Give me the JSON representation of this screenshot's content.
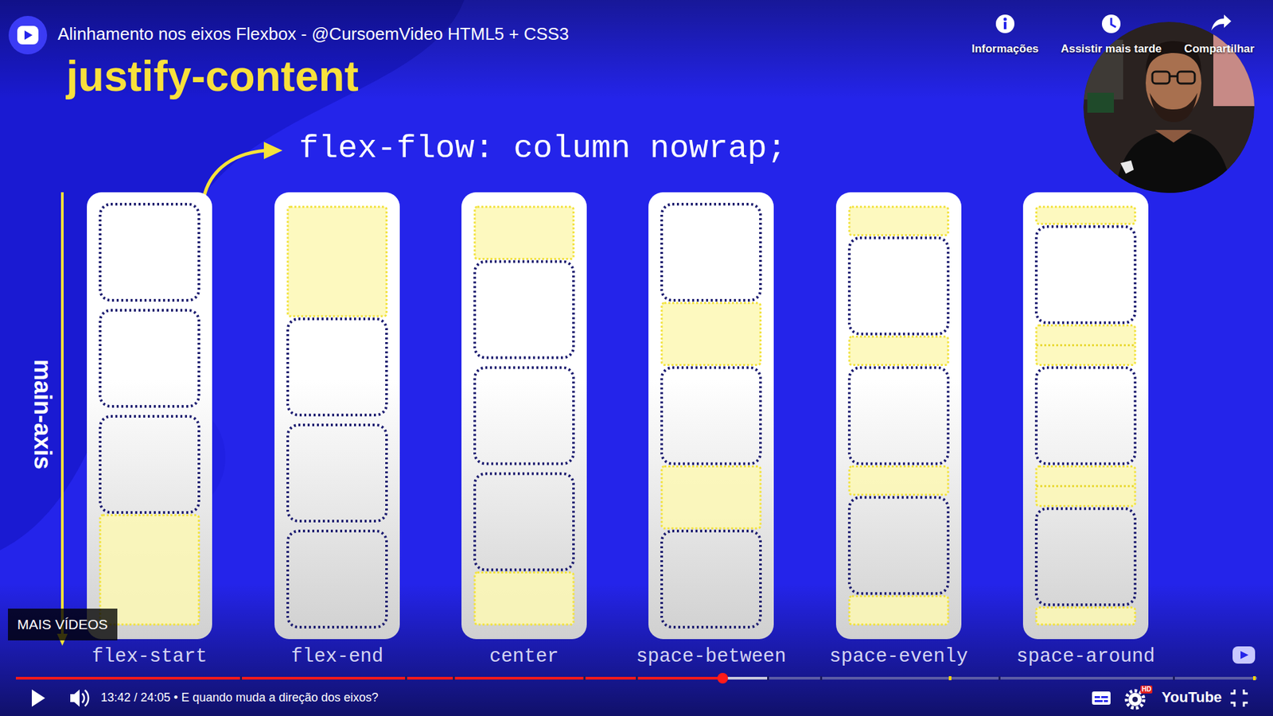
{
  "diagram": {
    "title": "justify-content",
    "nodes": [
      {
        "text": [
          "flex-start"
        ]
      },
      {
        "text": [
          "flex-end"
        ]
      },
      {
        "text": [
          "center"
        ]
      },
      {
        "text": [
          "space-between"
        ]
      },
      {
        "text": [
          "space-evenly"
        ]
      },
      {
        "text": [
          "space-around"
        ]
      }
    ],
    "labels": [
      "Alinhamento nos eixos Flexbox - @CursoemVideo HTML5 + CSS3",
      "Informações",
      "Assistir mais tarde",
      "Compartilhar",
      "flex-flow: column nowrap;",
      "main-axis",
      "MAIS VÍDEOS",
      "13:42 / 24:05 • E quando muda a direção dos eixos?",
      "HD",
      "YouTube"
    ]
  }
}
